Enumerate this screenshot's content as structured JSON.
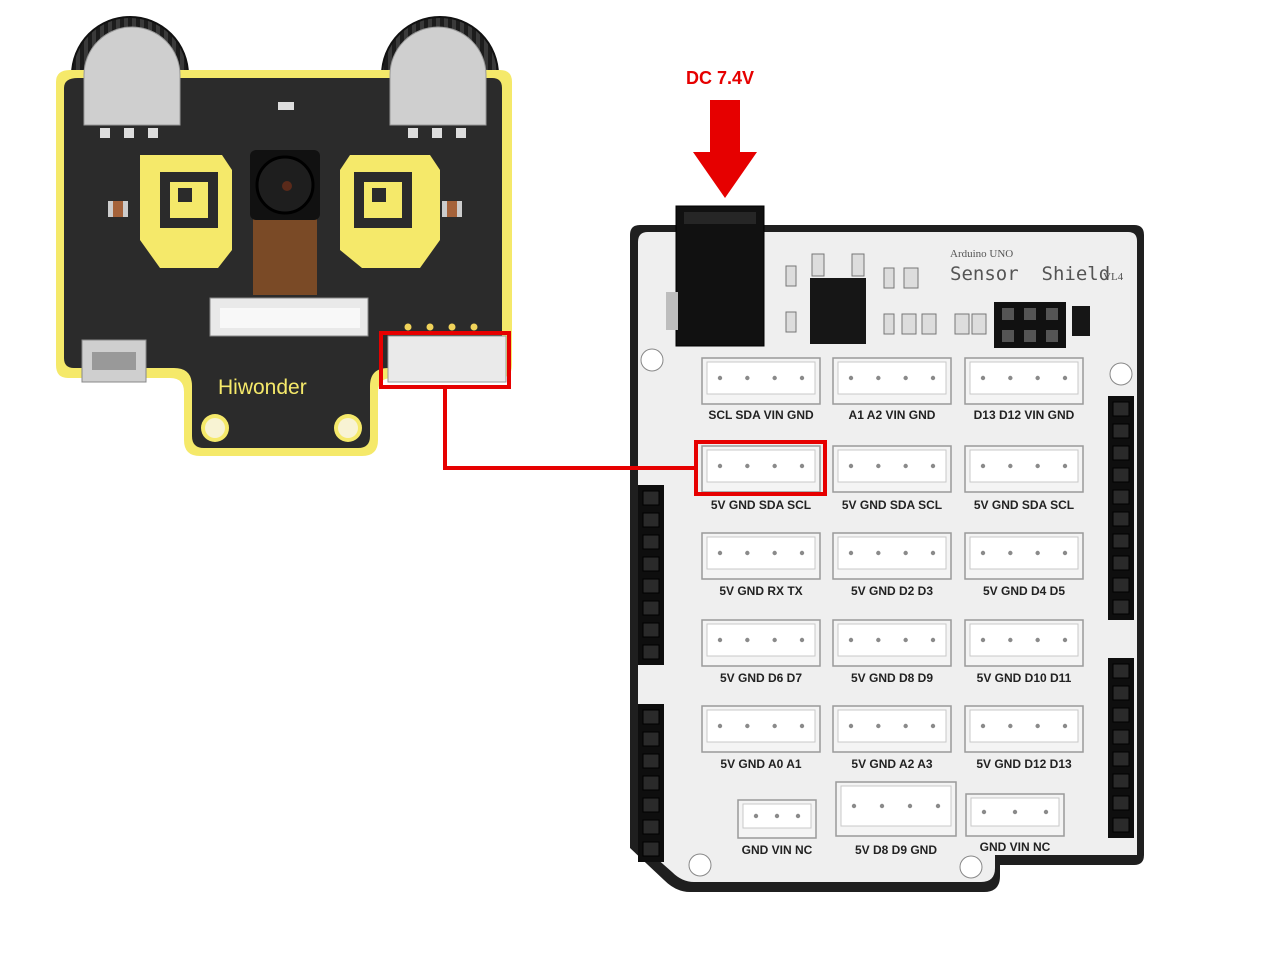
{
  "power": {
    "label": "DC 7.4V",
    "color": "#e60000"
  },
  "camera_module": {
    "brand": "Hiwonder",
    "board_color": "#2b2b2b",
    "accent_color": "#f5e96a"
  },
  "shield": {
    "subtitle": "Arduino UNO",
    "title": "Sensor  Shield",
    "version": "VL4",
    "board_color": "#1f1f1f",
    "panel_color": "#efefef"
  },
  "connectors": [
    {
      "id": "r0c0",
      "label": "SCL SDA VIN GND"
    },
    {
      "id": "r0c1",
      "label": "A1 A2 VIN GND"
    },
    {
      "id": "r0c2",
      "label": "D13 D12 VIN GND"
    },
    {
      "id": "r1c0",
      "label": "5V GND SDA SCL",
      "highlighted": true
    },
    {
      "id": "r1c1",
      "label": "5V  GND  SDA  SCL"
    },
    {
      "id": "r1c2",
      "label": "5V GND SDA SCL"
    },
    {
      "id": "r2c0",
      "label": "5V GND RX TX"
    },
    {
      "id": "r2c1",
      "label": "5V  GND  D2  D3"
    },
    {
      "id": "r2c2",
      "label": "5V GND D4 D5"
    },
    {
      "id": "r3c0",
      "label": "5V GND D6 D7"
    },
    {
      "id": "r3c1",
      "label": "5V GND D8 D9"
    },
    {
      "id": "r3c2",
      "label": "5V GND D10 D11"
    },
    {
      "id": "r4c0",
      "label": "5V GND A0 A1"
    },
    {
      "id": "r4c1",
      "label": "5V GND A2 A3"
    },
    {
      "id": "r4c2",
      "label": "5V GND D12 D13"
    },
    {
      "id": "b0",
      "label": "GND  VIN  NC"
    },
    {
      "id": "b1",
      "label": "5V  D8  D9  GND"
    },
    {
      "id": "b2",
      "label": "GND  VIN  NC"
    }
  ],
  "wire": {
    "color": "#e60000",
    "from": "camera_module.i2c_port",
    "to": "5V GND SDA SCL"
  }
}
